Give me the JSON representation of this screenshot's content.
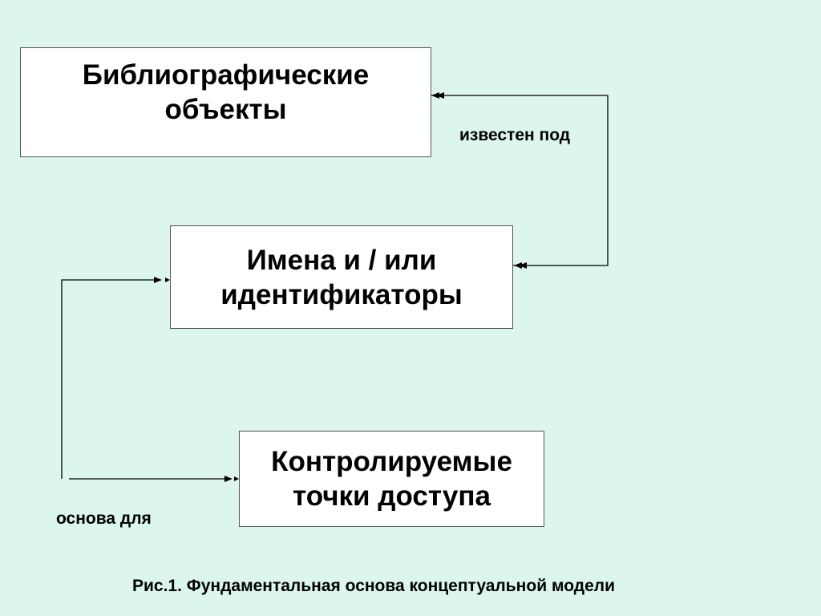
{
  "boxes": {
    "objects": [
      "Библиографические",
      "объекты"
    ],
    "names": [
      "Имена и / или",
      "идентификаторы"
    ],
    "access": [
      "Контролируемые",
      "точки доступа"
    ]
  },
  "labels": {
    "known_as": "известен под",
    "basis_for": "основа для"
  },
  "caption": "Рис.1. Фундаментальная основа концептуальной модели"
}
